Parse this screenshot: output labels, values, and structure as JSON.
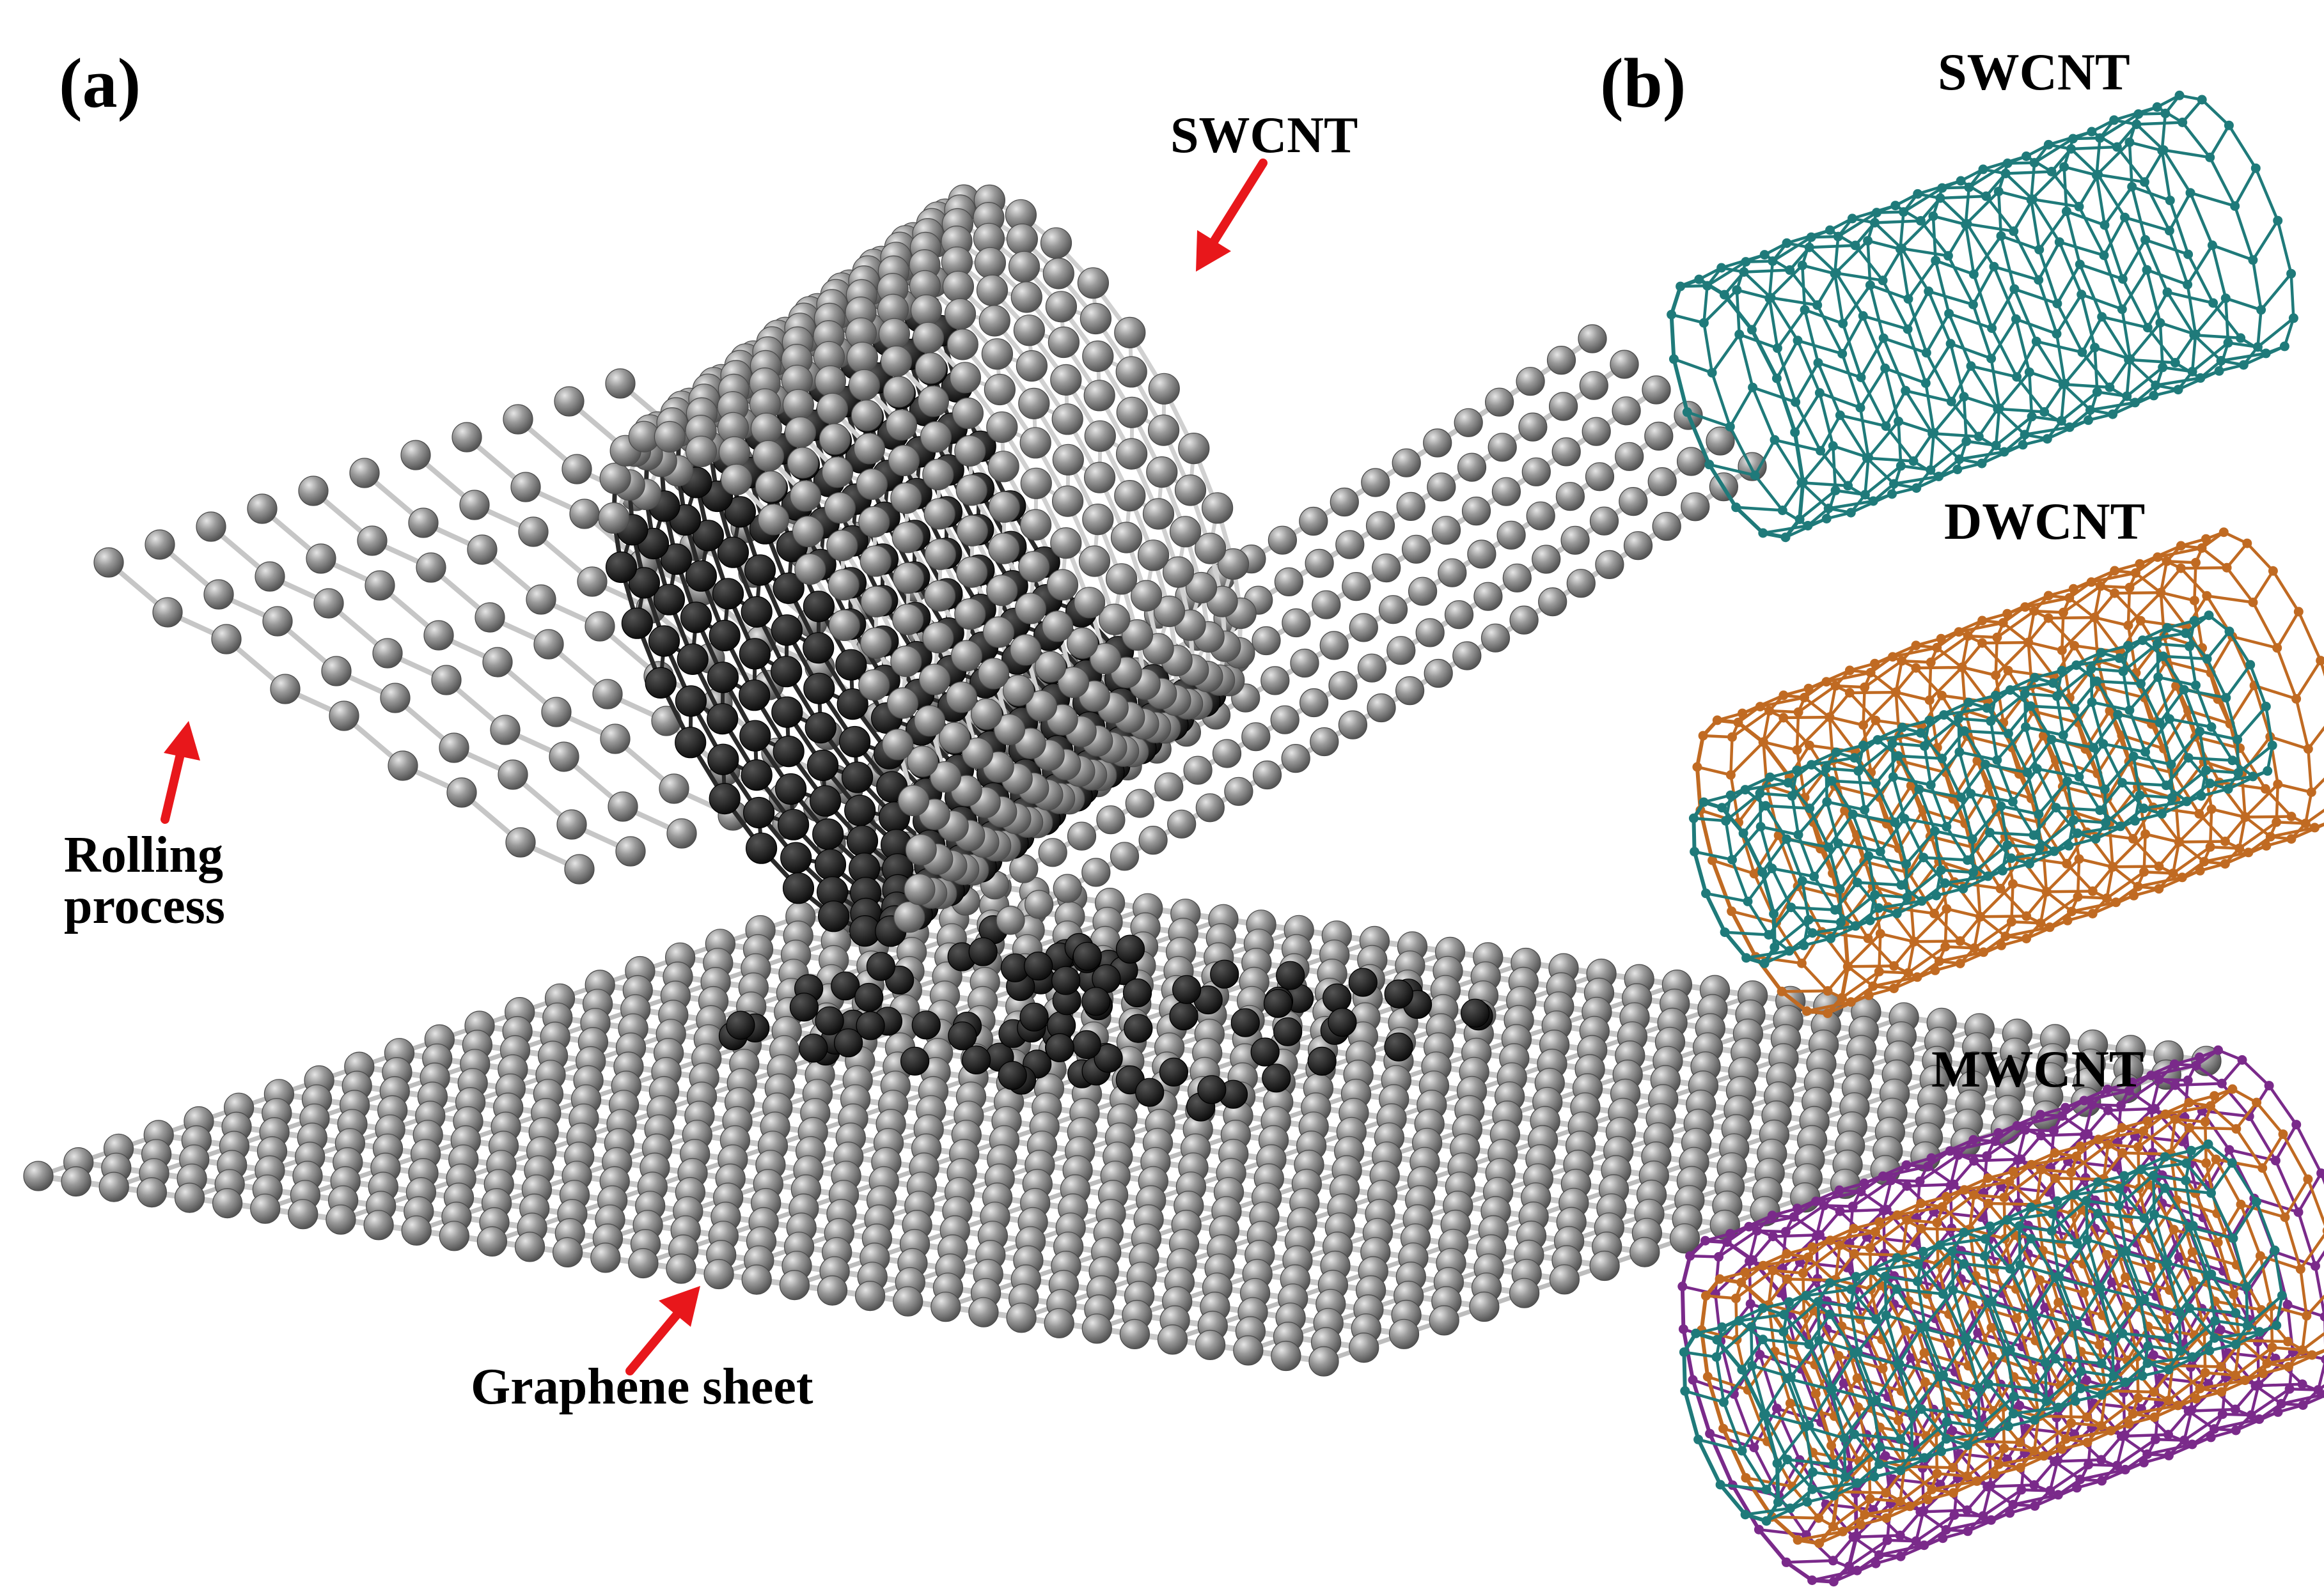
{
  "panel_a": {
    "label": "(a)",
    "labels": {
      "swcnt": "SWCNT",
      "rolling": "Rolling\nprocess",
      "rolling_line1": "Rolling",
      "rolling_line2": "process",
      "graphene": "Graphene sheet"
    },
    "atom_color": "#8a8a8a",
    "shadow_color": "#1e1e1e",
    "arrow_color": "#e8171b"
  },
  "panel_b": {
    "label": "(b)",
    "tubes": [
      {
        "name": "SWCNT",
        "walls": [
          "#1f7a7a"
        ]
      },
      {
        "name": "DWCNT",
        "walls": [
          "#1f7a7a",
          "#c06a22"
        ]
      },
      {
        "name": "MWCNT",
        "walls": [
          "#1f7a7a",
          "#c06a22",
          "#7a2a8a"
        ]
      }
    ]
  }
}
